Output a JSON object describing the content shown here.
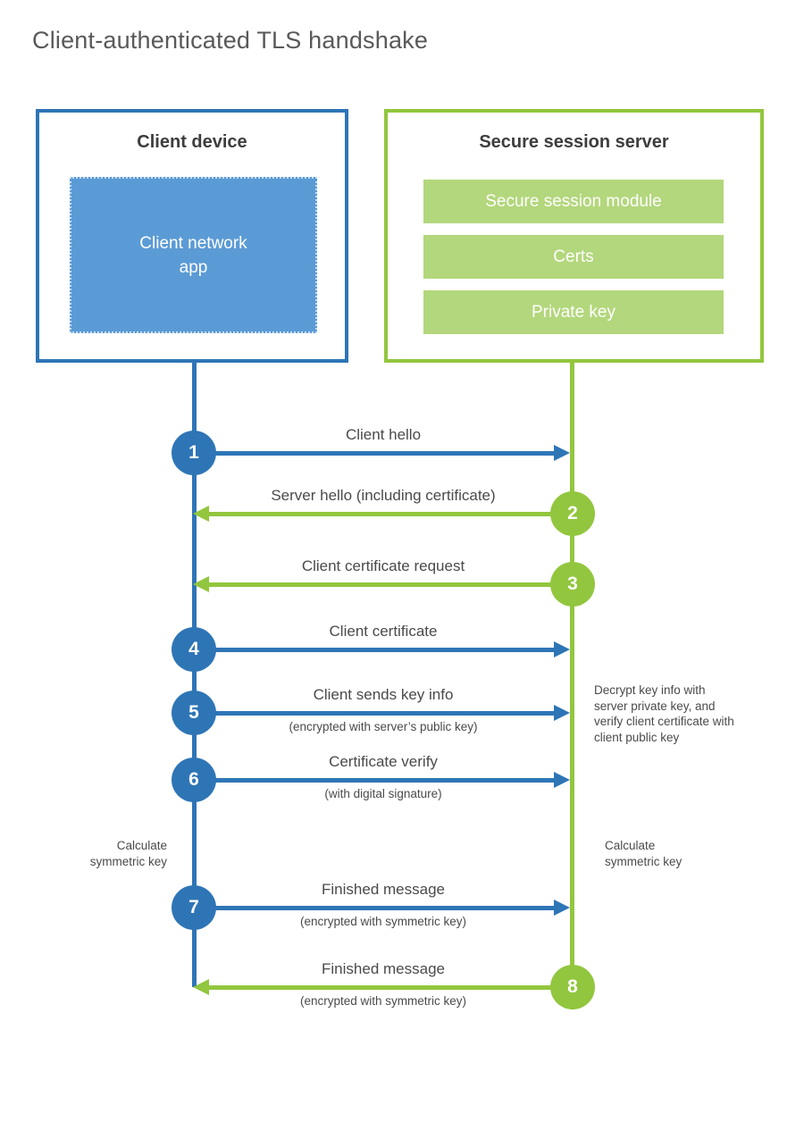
{
  "page": {
    "title": "Client-authenticated TLS handshake"
  },
  "colors": {
    "blue": "#2E75B6",
    "blue_fill": "#5B9BD5",
    "green": "#92C63E",
    "green_fill": "#B3D77C"
  },
  "client_box": {
    "title": "Client device",
    "app_label": "Client network\napp"
  },
  "server_box": {
    "title": "Secure session server",
    "modules": [
      "Secure session module",
      "Certs",
      "Private key"
    ]
  },
  "steps": [
    {
      "number": "1",
      "label": "Client hello",
      "sublabel": "",
      "direction": "client-to-server"
    },
    {
      "number": "2",
      "label": "Server hello (including certificate)",
      "sublabel": "",
      "direction": "server-to-client"
    },
    {
      "number": "3",
      "label": "Client certificate request",
      "sublabel": "",
      "direction": "server-to-client"
    },
    {
      "number": "4",
      "label": "Client certificate",
      "sublabel": "",
      "direction": "client-to-server"
    },
    {
      "number": "5",
      "label": "Client sends key info",
      "sublabel": "(encrypted with server’s public key)",
      "direction": "client-to-server"
    },
    {
      "number": "6",
      "label": "Certificate verify",
      "sublabel": "(with digital signature)",
      "direction": "client-to-server"
    },
    {
      "number": "7",
      "label": "Finished message",
      "sublabel": "(encrypted with symmetric key)",
      "direction": "client-to-server"
    },
    {
      "number": "8",
      "label": "Finished message",
      "sublabel": "(encrypted with symmetric key)",
      "direction": "server-to-client"
    }
  ],
  "notes": {
    "server_decrypt": "Decrypt key info with server private key, and verify client certificate with client public key",
    "client_calculate": "Calculate symmetric key",
    "server_calculate": "Calculate symmetric key"
  }
}
